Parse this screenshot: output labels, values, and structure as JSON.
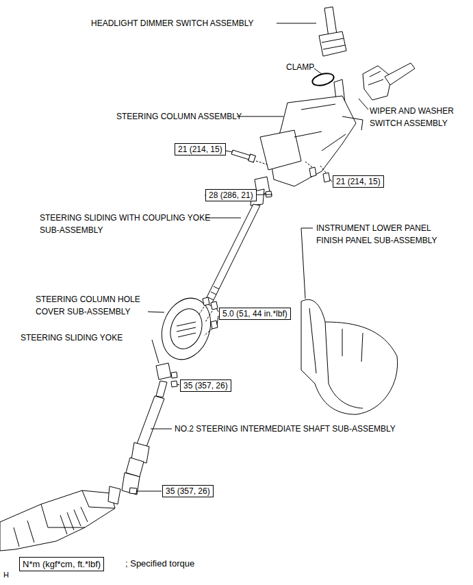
{
  "diagram": {
    "nodes": [
      {
        "text": [
          "21 (214, 15)"
        ]
      },
      {
        "text": [
          "21 (214, 15)"
        ]
      },
      {
        "text": [
          "28 (286, 21)"
        ]
      },
      {
        "text": [
          "5.0 (51, 44 in.*lbf)"
        ]
      },
      {
        "text": [
          "35 (357, 26)"
        ]
      },
      {
        "text": [
          "35 (357, 26)"
        ]
      },
      {
        "text": [
          "N*m (kgf*cm, ft.*lbf)"
        ]
      }
    ],
    "labels": [
      "HEADLIGHT DIMMER SWITCH ASSEMBLY",
      "CLAMP",
      "STEERING COLUMN ASSEMBLY",
      "WIPER AND WASHER SWITCH ASSEMBLY",
      "STEERING SLIDING WITH COUPLING YOKE SUB-ASSEMBLY",
      "INSTRUMENT LOWER PANEL FINISH PANEL SUB-ASSEMBLY",
      "STEERING COLUMN HOLE COVER SUB-ASSEMBLY",
      "STEERING SLIDING YOKE",
      "NO.2 STEERING INTERMEDIATE SHAFT SUB-ASSEMBLY",
      "; Specified torque",
      "H"
    ]
  }
}
